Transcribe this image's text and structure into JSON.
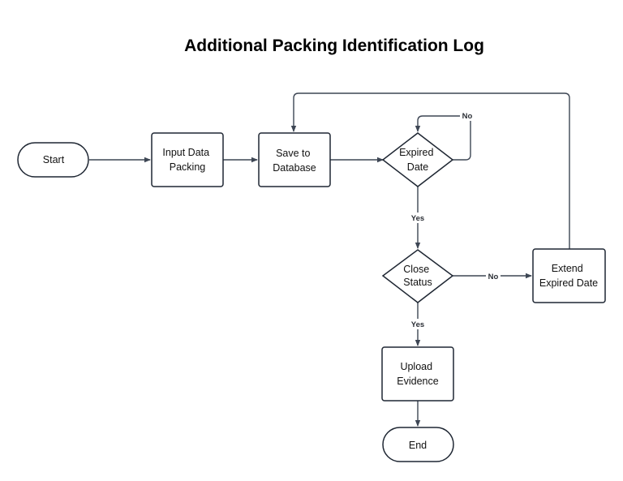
{
  "title": "Additional Packing Identification Log",
  "nodes": {
    "start": {
      "lines": [
        "Start"
      ]
    },
    "input": {
      "lines": [
        "Input Data",
        "Packing"
      ]
    },
    "save": {
      "lines": [
        "Save to",
        "Database"
      ]
    },
    "expired": {
      "lines": [
        "Expired",
        "Date"
      ]
    },
    "close": {
      "lines": [
        "Close",
        "Status"
      ]
    },
    "extend": {
      "lines": [
        "Extend",
        "Expired Date"
      ]
    },
    "upload": {
      "lines": [
        "Upload",
        "Evidence"
      ]
    },
    "end": {
      "lines": [
        "End"
      ]
    }
  },
  "edges": {
    "expired_no": "No",
    "expired_yes": "Yes",
    "close_no": "No",
    "close_yes": "Yes"
  },
  "colors": {
    "stroke": "#1f2733",
    "connector": "#3d4654",
    "background": "#ffffff"
  }
}
